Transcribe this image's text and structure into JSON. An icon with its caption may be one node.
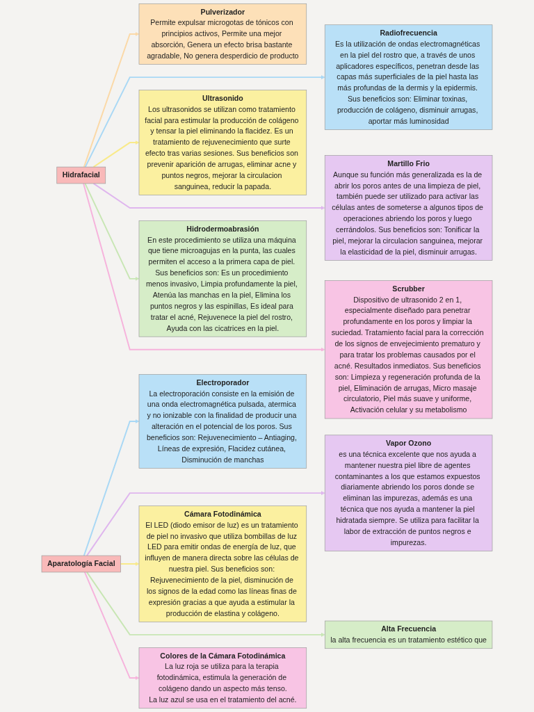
{
  "diagram": {
    "nodes": [
      {
        "text": [
          "Radiofrecuencia",
          "Es la utilización de ondas electromagnéticas en la piel del rostro que, a través de unos aplicadores específicos, penetran desde las capas más superficiales de la piel hasta las más profundas de la dermis y la epidermis. Sus beneficios son: Eliminar toxinas, producción de colágeno, disminuir arrugas, aportar más luminosidad"
        ]
      },
      {
        "text": [
          "Pulverizador",
          "Permite expulsar microgotas de tónicos con principios activos, Permite una mejor absorción, Genera un efecto brisa bastante agradable, No genera desperdicio de producto"
        ]
      },
      {
        "text": [
          "Ultrasonido",
          "Los ultrasonidos se utilizan como tratamiento facial para estimular la producción de colágeno y tensar la piel eliminando la flacidez. Es un tratamiento de rejuvenecimiento que surte efecto tras varias sesiones. Sus beneficios son prevenir aparición de arrugas, eliminar acne y puntos negros, mejorar la circulacion sanguinea, reducir la papada."
        ]
      },
      {
        "text": [
          "Hidrafacial"
        ]
      },
      {
        "text": [
          "Martillo Frio",
          "Aunque su función más generalizada es la de abrir los poros antes de una limpieza de piel, también puede ser utilizado para activar las células antes de someterse a algunos tipos de operaciones abriendo los poros y luego cerrándolos. Sus beneficios son: Tonificar la piel, mejorar la circulacion sanguinea, mejorar la elasticidad de la piel, disminuir arrugas."
        ]
      },
      {
        "text": [
          "Scrubber",
          "Dispositivo de ultrasonido 2 en 1, especialmente diseñado para penetrar profundamente en los poros y limpiar la suciedad. Tratamiento facial para la corrección de los signos de envejecimiento prematuro y para tratar los problemas causados por el acné. Resultados inmediatos. Sus beneficios son: Limpieza y regeneración profunda de la piel, Eliminación de arrugas, Micro masaje circulatorio, Piel más suave y uniforme, Activación celular y su metabolismo"
        ]
      },
      {
        "text": [
          "Hidrodermoabrasión",
          "En este procedimiento se utiliza una máquina que tiene microagujas en la punta, las cuales permiten el acceso a la primera capa de piel. Sus beneficios son: Es un procedimiento menos invasivo, Limpia profundamente la piel, Atenúa las manchas en la piel, Elimina los puntos negros y las espinillas, Es ideal para tratar el acné, Rejuvenece la piel del rostro, Ayuda con las cicatrices en la piel."
        ]
      },
      {
        "text": [
          "Electroporador",
          "La electroporación consiste en la emisión de una onda electromagnética pulsada, atermica y no ionizable con la finalidad de producir una alteración en el potencial de los poros. Sus beneficios son: Rejuvenecimiento – Antiaging, Líneas de expresión, Flacidez cutánea, Disminución de manchas"
        ]
      },
      {
        "text": [
          "Vapor Ozono",
          "es una técnica excelente que nos ayuda a mantener nuestra piel libre de agentes contaminantes a los que estamos expuestos diariamente abriendo los poros donde se eliminan las impurezas, además es una técnica que nos ayuda a mantener la piel hidratada siempre. Se utiliza para facilitar la labor de extracción de puntos negros e impurezas."
        ]
      },
      {
        "text": [
          "Cámara Fotodinámica",
          "El LED (diodo emisor de luz) es un tratamiento de piel no invasivo que utiliza bombillas de luz LED para emitir ondas de energía de luz, que influyen de manera directa sobre las células de nuestra piel. Sus beneficios son: Rejuvenecimiento de la piel, disminución de los signos de la edad como las líneas finas de expresión gracias a que ayuda a estimular la producción de elastina y colágeno."
        ]
      },
      {
        "text": [
          "Aparatología Facial"
        ]
      },
      {
        "text": [
          "Alta Frecuencia",
          "la alta frecuencia es un tratamiento estético que"
        ]
      },
      {
        "text": [
          "Colores de la Cámara Fotodinámica",
          "La luz roja se utiliza para la terapia fotodinámica, estimula la generación de colágeno dando un aspecto más tenso.",
          "La luz azul se usa en el tratamiento del acné."
        ]
      }
    ],
    "edges": [
      {
        "from": 3,
        "to": 1,
        "arrow": "to",
        "color": "#fbd9a8"
      },
      {
        "from": 3,
        "to": 0,
        "arrow": "to",
        "color": "#a9d8f5"
      },
      {
        "from": 3,
        "to": 2,
        "arrow": "to",
        "color": "#f9ea8a"
      },
      {
        "from": 3,
        "to": 4,
        "arrow": "to",
        "color": "#dfb6ee"
      },
      {
        "from": 3,
        "to": 6,
        "arrow": "to",
        "color": "#c8e6b4"
      },
      {
        "from": 3,
        "to": 5,
        "arrow": "to",
        "color": "#f6b3dc"
      },
      {
        "from": 10,
        "to": 7,
        "arrow": "to",
        "color": "#a9d8f5"
      },
      {
        "from": 10,
        "to": 8,
        "arrow": "to",
        "color": "#dfb6ee"
      },
      {
        "from": 10,
        "to": 9,
        "arrow": "to",
        "color": "#f9ea8a"
      },
      {
        "from": 10,
        "to": 11,
        "arrow": "to",
        "color": "#c8e6b4"
      },
      {
        "from": 10,
        "to": 12,
        "arrow": "to",
        "color": "#f6b3dc"
      }
    ]
  }
}
